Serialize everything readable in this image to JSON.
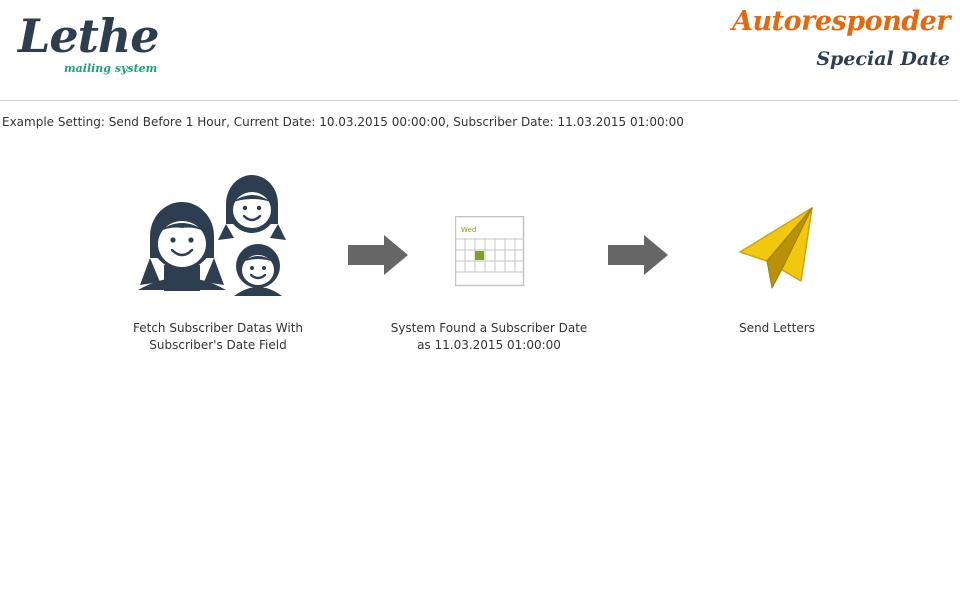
{
  "logo": {
    "main": "Lethe",
    "sub": "mailing system"
  },
  "title": {
    "main": "Autoresponder",
    "sub": "Special Date"
  },
  "example_setting": "Example Setting: Send Before 1 Hour, Current Date: 10.03.2015 00:00:00, Subscriber Date: 11.03.2015 01:00:00",
  "steps": [
    {
      "icon": "subscribers-icon",
      "caption_line1": "Fetch Subscriber Datas With",
      "caption_line2": "Subscriber's Date Field"
    },
    {
      "icon": "calendar-icon",
      "calendar_day": "Wed",
      "caption_line1": "System Found a Subscriber Date",
      "caption_line2": "as 11.03.2015 01:00:00"
    },
    {
      "icon": "paper-plane-icon",
      "caption_line1": "Send Letters",
      "caption_line2": ""
    }
  ],
  "colors": {
    "logo": "#2c3e50",
    "logo_sub": "#1aa37a",
    "title_main": "#e8670c",
    "title_sub": "#2c3e50",
    "people": "#2c3e50",
    "arrow": "#666666",
    "calendar_line": "#c4c4c4",
    "calendar_accent": "#7aa228",
    "plane_fill": "#f2c80f",
    "plane_stroke": "#d4a20a",
    "text": "#333333"
  }
}
